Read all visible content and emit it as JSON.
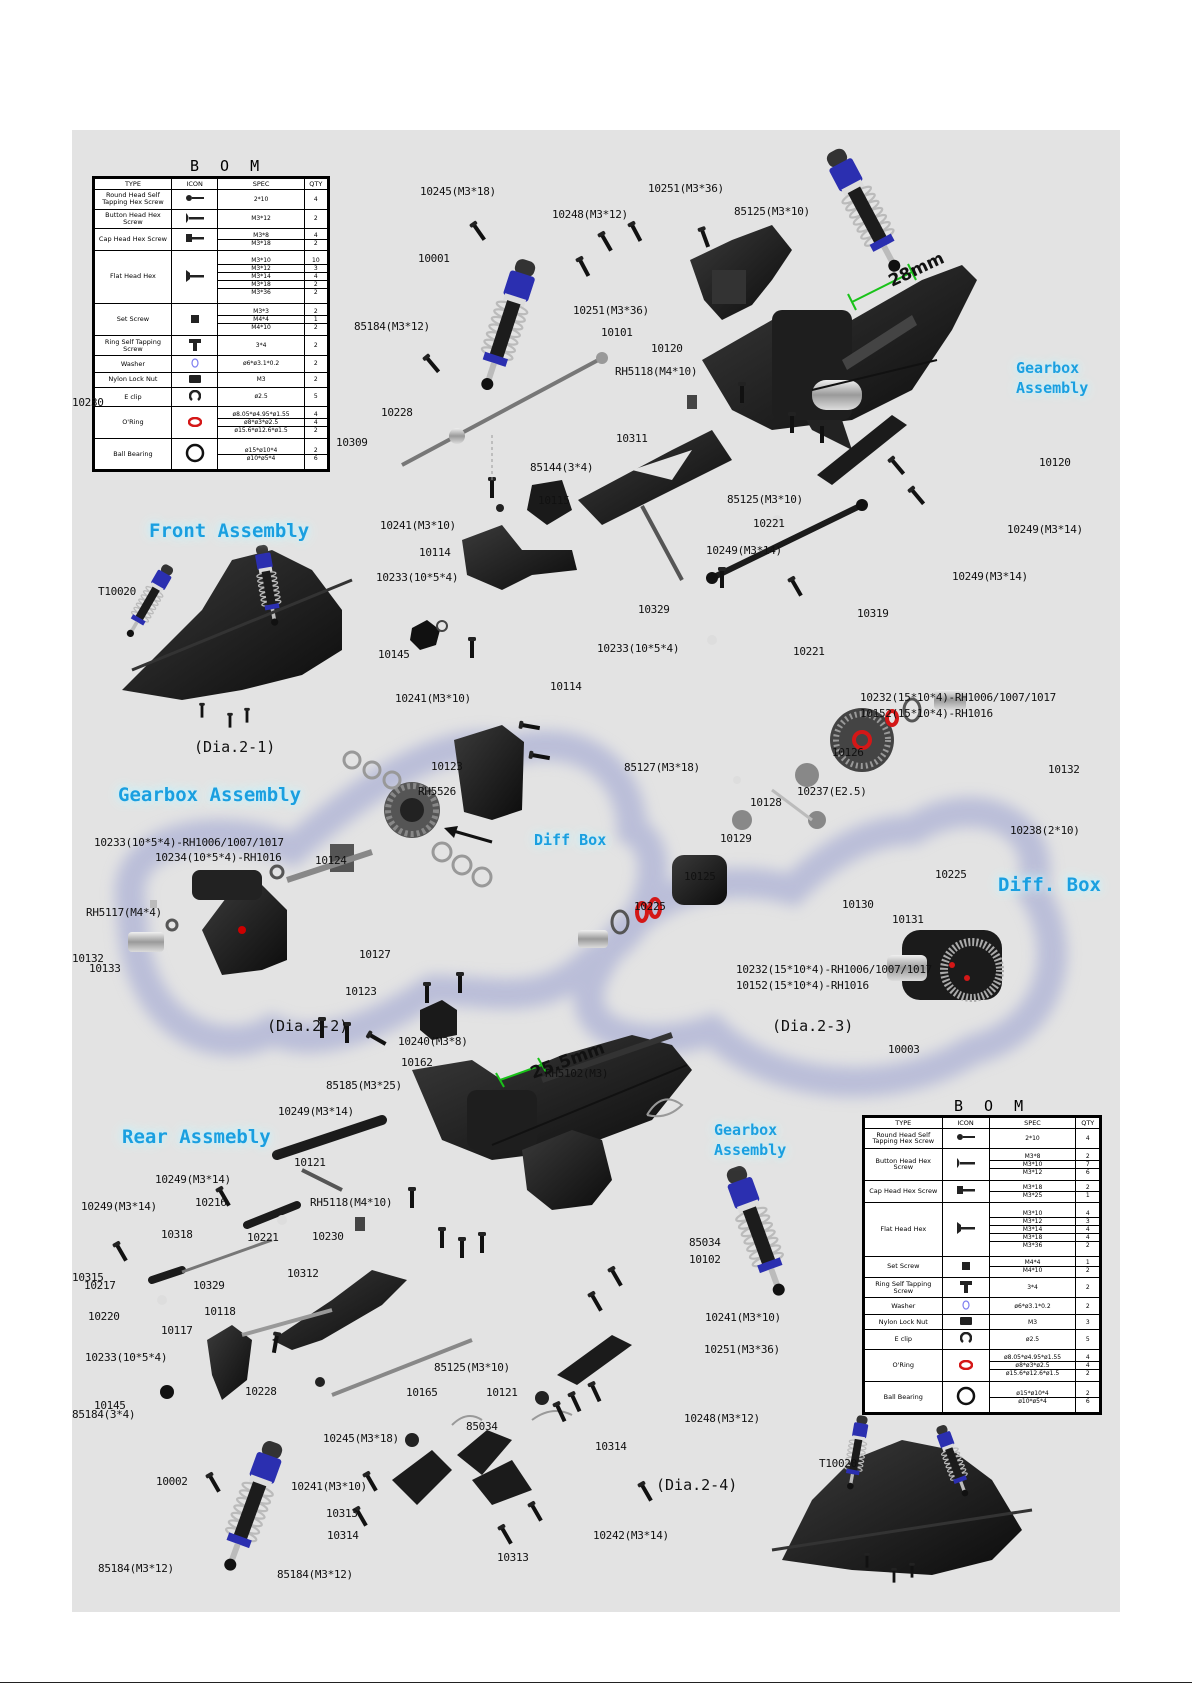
{
  "bom_top": {
    "title": "B O M",
    "headers": [
      "TYPE",
      "ICON",
      "SPEC",
      "QTY"
    ],
    "rows": [
      {
        "type": "Round Head Self Tapping Hex Screw",
        "icon": "round-head-screw-icon",
        "specs": [
          "2*10"
        ],
        "qty": [
          "4"
        ]
      },
      {
        "type": "Button Head Hex Screw",
        "icon": "button-head-screw-icon",
        "specs": [
          "M3*12"
        ],
        "qty": [
          "2"
        ]
      },
      {
        "type": "Cap Head Hex Screw",
        "icon": "cap-head-screw-icon",
        "specs": [
          "M3*8",
          "M3*18"
        ],
        "qty": [
          "4",
          "2"
        ]
      },
      {
        "type": "Flat Head Hex",
        "icon": "flat-head-screw-icon",
        "specs": [
          "M3*10",
          "M3*12",
          "M3*14",
          "M3*18",
          "M3*36"
        ],
        "qty": [
          "10",
          "3",
          "4",
          "2",
          "2"
        ]
      },
      {
        "type": "Set Screw",
        "icon": "set-screw-icon",
        "specs": [
          "M3*3",
          "M4*4",
          "M4*10"
        ],
        "qty": [
          "2",
          "1",
          "2"
        ]
      },
      {
        "type": "Ring Self Tapping Screw",
        "icon": "ring-screw-icon",
        "specs": [
          "3*4"
        ],
        "qty": [
          "2"
        ]
      },
      {
        "type": "Washer",
        "icon": "washer-icon",
        "specs": [
          "ø6*ø3.1*0.2"
        ],
        "qty": [
          "2"
        ]
      },
      {
        "type": "Nylon Lock Nut",
        "icon": "lock-nut-icon",
        "specs": [
          "M3"
        ],
        "qty": [
          "2"
        ]
      },
      {
        "type": "E clip",
        "icon": "e-clip-icon",
        "specs": [
          "ø2.5"
        ],
        "qty": [
          "5"
        ]
      },
      {
        "type": "O'Ring",
        "icon": "o-ring-icon",
        "specs": [
          "ø8.05*ø4.95*ø1.55",
          "ø8*ø3*ø2.5",
          "ø15.6*ø12.6*ø1.5"
        ],
        "qty": [
          "4",
          "4",
          "2"
        ]
      },
      {
        "type": "Ball Bearing",
        "icon": "ball-bearing-icon",
        "specs": [
          "ø15*ø10*4",
          "ø10*ø5*4"
        ],
        "qty": [
          "2",
          "6"
        ]
      }
    ]
  },
  "bom_bottom": {
    "title": "B O M",
    "headers": [
      "TYPE",
      "ICON",
      "SPEC",
      "QTY"
    ],
    "rows": [
      {
        "type": "Round Head Self Tapping Hex Screw",
        "icon": "round-head-screw-icon",
        "specs": [
          "2*10"
        ],
        "qty": [
          "4"
        ]
      },
      {
        "type": "Button Head Hex Screw",
        "icon": "button-head-screw-icon",
        "specs": [
          "M3*8",
          "M3*10",
          "M3*12"
        ],
        "qty": [
          "2",
          "7",
          "6"
        ]
      },
      {
        "type": "Cap Head Hex Screw",
        "icon": "cap-head-screw-icon",
        "specs": [
          "M3*18",
          "M3*25"
        ],
        "qty": [
          "2",
          "1"
        ]
      },
      {
        "type": "Flat Head Hex",
        "icon": "flat-head-screw-icon",
        "specs": [
          "M3*10",
          "M3*12",
          "M3*14",
          "M3*18",
          "M3*36"
        ],
        "qty": [
          "4",
          "3",
          "4",
          "4",
          "2"
        ]
      },
      {
        "type": "Set Screw",
        "icon": "set-screw-icon",
        "specs": [
          "M4*4",
          "M4*10"
        ],
        "qty": [
          "1",
          "2"
        ]
      },
      {
        "type": "Ring Self Tapping Screw",
        "icon": "ring-screw-icon",
        "specs": [
          "3*4"
        ],
        "qty": [
          "2"
        ]
      },
      {
        "type": "Washer",
        "icon": "washer-icon",
        "specs": [
          "ø6*ø3.1*0.2"
        ],
        "qty": [
          "2"
        ]
      },
      {
        "type": "Nylon Lock Nut",
        "icon": "lock-nut-icon",
        "specs": [
          "M3"
        ],
        "qty": [
          "3"
        ]
      },
      {
        "type": "E clip",
        "icon": "e-clip-icon",
        "specs": [
          "ø2.5"
        ],
        "qty": [
          "5"
        ]
      },
      {
        "type": "O'Ring",
        "icon": "o-ring-icon",
        "specs": [
          "ø8.05*ø4.95*ø1.55",
          "ø8*ø3*ø2.5",
          "ø15.6*ø12.6*ø1.5"
        ],
        "qty": [
          "4",
          "4",
          "2"
        ]
      },
      {
        "type": "Ball Bearing",
        "icon": "ball-bearing-icon",
        "specs": [
          "ø15*ø10*4",
          "ø10*ø5*4"
        ],
        "qty": [
          "2",
          "6"
        ]
      }
    ]
  },
  "sections": {
    "front": "Front Assembly",
    "gearbox": "Gearbox Assembly",
    "diff_box": "Diff. Box",
    "rear": "Rear Assmebly",
    "gearbox_callout_1": "Gearbox",
    "gearbox_callout_2": "Assembly",
    "diff_callout": "Diff Box"
  },
  "dimensions": {
    "front_width": "28mm",
    "rear_width": "25.5mm"
  },
  "diagrams": {
    "d21": "(Dia.2-1)",
    "d22": "(Dia.2-2)",
    "d23": "(Dia.2-3)",
    "d24": "(Dia.2-4)"
  },
  "labels": {
    "front": [
      "10245(M3*18)",
      "10248(M3*12)",
      "10251(M3*36)",
      "85125(M3*10)",
      "10001",
      "85184(M3*12)",
      "10251(M3*36)",
      "10101",
      "10120",
      "RH5118(M4*10)",
      "10230",
      "10228",
      "10309",
      "10311",
      "85144(3*4)",
      "10115",
      "10241(M3*10)",
      "85125(M3*10)",
      "10120",
      "10249(M3*14)",
      "10221",
      "10114",
      "10233(10*5*4)",
      "10249(M3*14)",
      "10249(M3*14)",
      "10329",
      "10319",
      "10145",
      "10233(10*5*4)",
      "10114",
      "10221",
      "10241(M3*10)",
      "T10020"
    ],
    "gearbox": [
      "10123",
      "85127(M3*18)",
      "RH5526",
      "10233(10*5*4)-RH1006/1007/1017",
      "10234(10*5*4)-RH1016",
      "10124",
      "RH5117(M4*4)",
      "10127",
      "10133",
      "10123"
    ],
    "diff": [
      "10232(15*10*4)-RH1006/1007/1017",
      "10152(15*10*4)-RH1016",
      "10126",
      "10132",
      "10237(E2.5)",
      "10128",
      "10238(2*10)",
      "10129",
      "10125",
      "10225",
      "10130",
      "10131",
      "10225",
      "10132",
      "10232(15*10*4)-RH1006/1007/1017",
      "10152(15*10*4)-RH1016",
      "10003"
    ],
    "rear": [
      "10240(M3*8)",
      "10162",
      "RH5102(M3)",
      "85185(M3*25)",
      "10249(M3*14)",
      "10121",
      "10249(M3*14)",
      "10216",
      "RH5118(M4*10)",
      "10249(M3*14)",
      "10318",
      "10221",
      "10230",
      "85034",
      "10102",
      "10315",
      "10217",
      "10329",
      "10312",
      "10220",
      "10118",
      "10241(M3*10)",
      "10117",
      "10251(M3*36)",
      "10233(10*5*4)",
      "85125(M3*10)",
      "10145",
      "10228",
      "10165",
      "10121",
      "10248(M3*12)",
      "85184(3*4)",
      "10245(M3*18)",
      "85034",
      "10314",
      "10002",
      "10241(M3*10)",
      "10313",
      "10314",
      "10313",
      "10242(M3*14)",
      "85184(M3*12)",
      "85184(M3*12)",
      "T10020"
    ]
  },
  "colors": {
    "sheet": "#e3e3e3",
    "accent": "#1a9fe0",
    "shock_blue": "#2b2fb0",
    "part_black": "#151515",
    "o_ring_red": "#d41717",
    "dim_green": "#19c219"
  }
}
